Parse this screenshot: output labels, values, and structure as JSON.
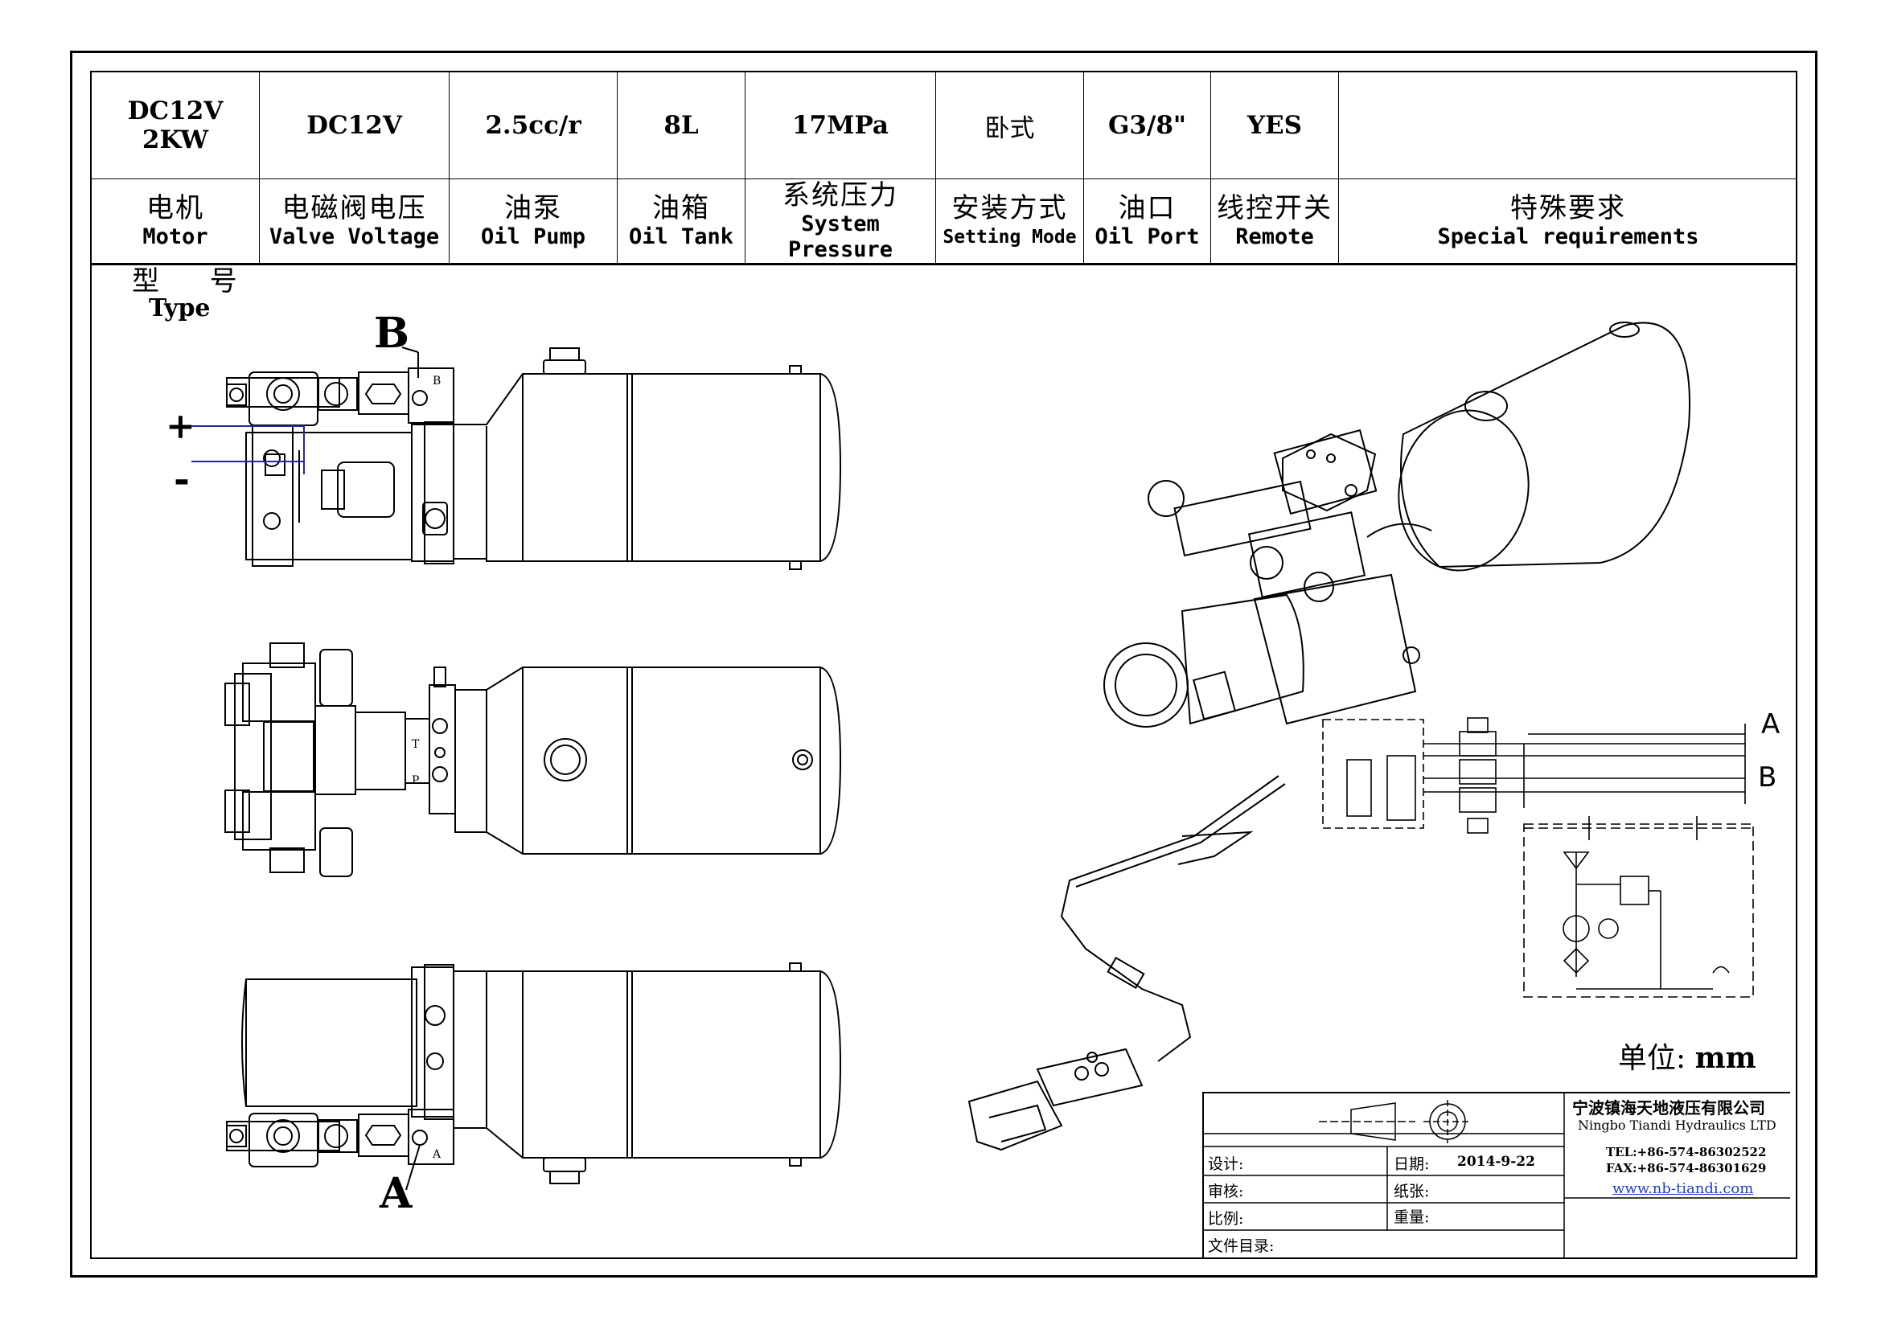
{
  "spec_table": {
    "values": {
      "motor": "DC12V 2KW",
      "valve_voltage": "DC12V",
      "oil_pump": "2.5cc/r",
      "oil_tank": "8L",
      "system_pressure": "17MPa",
      "setting_mode": "卧式",
      "oil_port": "G3/8\"",
      "remote": "YES",
      "special": ""
    },
    "labels": {
      "motor_cn": "电机",
      "motor_en": "Motor",
      "valve_cn": "电磁阀电压",
      "valve_en": "Valve Voltage",
      "pump_cn": "油泵",
      "pump_en": "Oil Pump",
      "tank_cn": "油箱",
      "tank_en": "Oil Tank",
      "pressure_cn": "系统压力",
      "pressure_en": "System Pressure",
      "mode_cn": "安装方式",
      "mode_en": "Setting Mode",
      "port_cn": "油口",
      "port_en": "Oil Port",
      "remote_cn": "线控开关",
      "remote_en": "Remote",
      "special_cn": "特殊要求",
      "special_en": "Special requirements"
    }
  },
  "type_label": {
    "cn": "型 号",
    "en": "Type"
  },
  "drawing": {
    "port_b": "B",
    "port_a": "A",
    "plus": "+",
    "minus": "-",
    "schematic_a": "A",
    "schematic_b": "B",
    "block_p": "P",
    "block_t": "T",
    "block_b": "B",
    "block_a": "A"
  },
  "units": {
    "label": "单位:",
    "value": "mm"
  },
  "title_block": {
    "design": "设计:",
    "date_label": "日期:",
    "date_value": "2014-9-22",
    "review": "审核:",
    "sheets": "纸张:",
    "scale": "比例:",
    "weight": "重量:",
    "file_dir": "文件目录:",
    "company_cn": "宁波镇海天地液压有限公司",
    "company_en": "Ningbo Tiandi Hydraulics LTD",
    "tel": "TEL:+86-574-86302522",
    "fax": "FAX:+86-574-86301629",
    "web": "www.nb-tiandi.com"
  },
  "colors": {
    "line": "#000000",
    "wire": "#1f2a9c",
    "link": "#1a3ecc"
  }
}
